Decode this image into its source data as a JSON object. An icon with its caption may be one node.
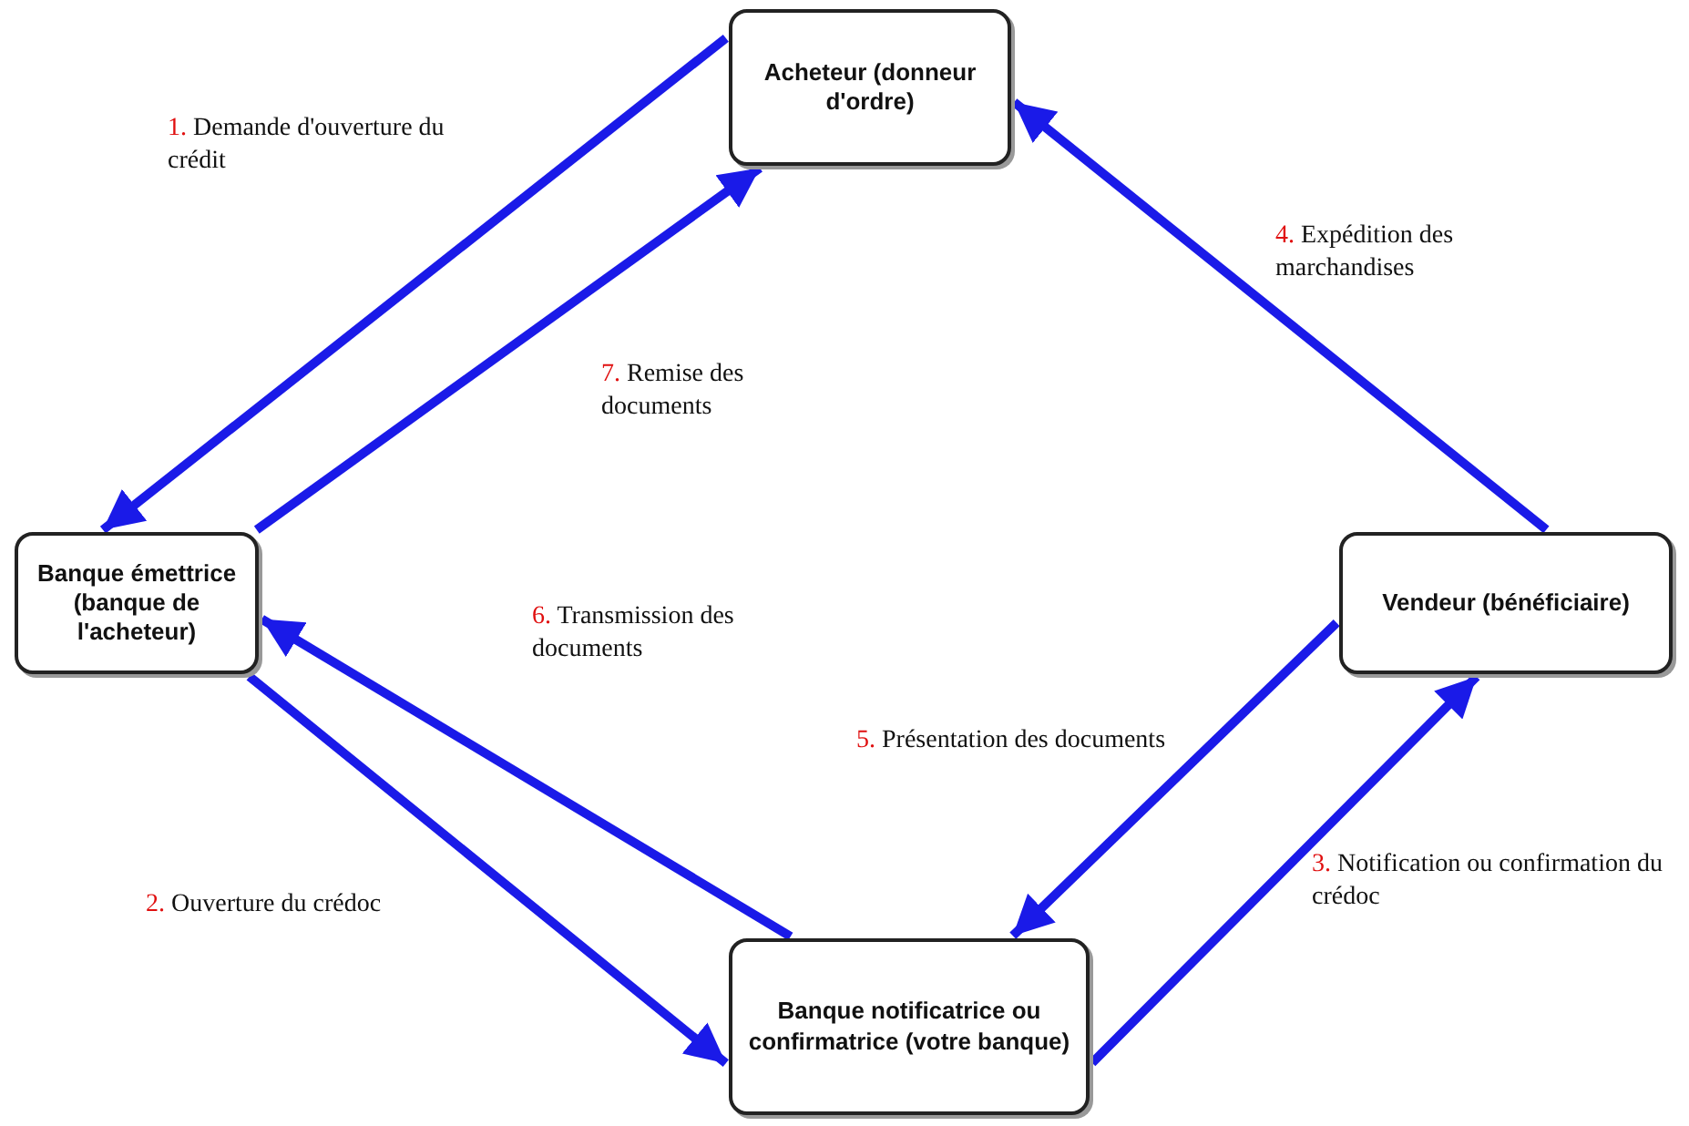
{
  "diagram": {
    "nodes": [
      {
        "text": [
          "Acheteur (donneur d'ordre)"
        ]
      },
      {
        "text": [
          "Banque émettrice (banque de l'acheteur)"
        ]
      },
      {
        "text": [
          "Vendeur (bénéficiaire)"
        ]
      },
      {
        "text": [
          "Banque notificatrice ou confirmatrice (votre banque)"
        ]
      }
    ],
    "edges": [
      {
        "from": 0,
        "to": 1,
        "arrow": "to",
        "label": "1. Demande d'ouverture du crédit"
      },
      {
        "from": 1,
        "to": 3,
        "arrow": "to",
        "label": "2. Ouverture du crédoc"
      },
      {
        "from": 3,
        "to": 2,
        "arrow": "to",
        "label": "3. Notification ou confirmation du crédoc"
      },
      {
        "from": 2,
        "to": 0,
        "arrow": "to",
        "label": "4. Expédition des marchandises"
      },
      {
        "from": 2,
        "to": 3,
        "arrow": "to",
        "label": "5. Présentation des documents"
      },
      {
        "from": 3,
        "to": 1,
        "arrow": "to",
        "label": "6. Transmission des documents"
      },
      {
        "from": 1,
        "to": 0,
        "arrow": "to",
        "label": "7. Remise des documents"
      }
    ]
  }
}
